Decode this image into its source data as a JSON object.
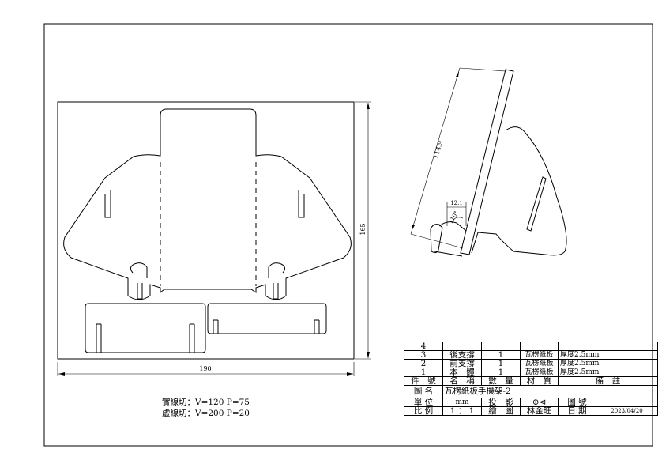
{
  "dimensions": {
    "width_label": "190",
    "height_label": "165",
    "side_length_label": "114.9",
    "tab_width_label": "12.1",
    "angle_label": "110°"
  },
  "notes": {
    "solid_cut": "實線切：V=120  P=75",
    "dashed_cut": "虛線切：V=200  P=20"
  },
  "title_block": {
    "parts": [
      {
        "no": "4",
        "name": "",
        "qty": "",
        "material": "",
        "remark": ""
      },
      {
        "no": "3",
        "name": "後支撐",
        "qty": "1",
        "material": "瓦楞紙板",
        "remark": "厚度2.5mm"
      },
      {
        "no": "2",
        "name": "前支撐",
        "qty": "1",
        "material": "瓦楞紙板",
        "remark": "厚度2.5mm"
      },
      {
        "no": "1",
        "name": "本　體",
        "qty": "1",
        "material": "瓦楞紙板",
        "remark": "厚度2.5mm"
      }
    ],
    "header": {
      "no": "件　號",
      "name": "名　稱",
      "qty": "數　量",
      "material": "材　質",
      "remark": "備　註"
    },
    "drawing_name_label": "圖 名",
    "drawing_name": "瓦楞紙板手機架-2",
    "unit_label": "單 位",
    "unit": "mm",
    "projection_label": "投　影",
    "projection_symbol": "⊕⊲",
    "drawing_no_label": "圖 號",
    "drawing_no": "",
    "scale_label": "比 例",
    "scale": "1 ： 1",
    "drawn_by_label": "繪　圖",
    "drawn_by": "林金旺",
    "date_label": "日 期",
    "date": "2023/04/20"
  }
}
